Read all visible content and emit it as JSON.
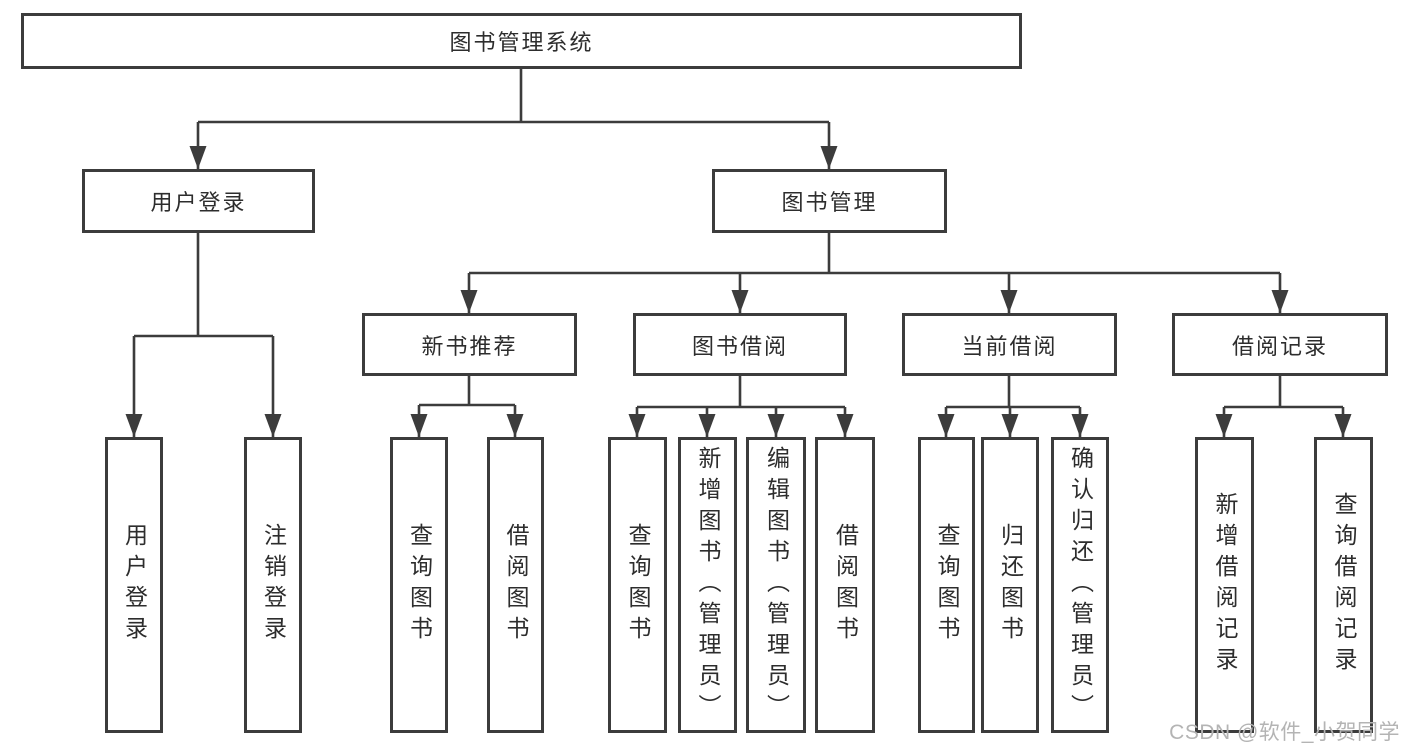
{
  "tree": {
    "label": "图书管理系统",
    "children": [
      {
        "label": "用户登录",
        "children": [
          {
            "label": "用户登录"
          },
          {
            "label": "注销登录"
          }
        ]
      },
      {
        "label": "图书管理",
        "children": [
          {
            "label": "新书推荐",
            "children": [
              {
                "label": "查询图书"
              },
              {
                "label": "借阅图书"
              }
            ]
          },
          {
            "label": "图书借阅",
            "children": [
              {
                "label": "查询图书"
              },
              {
                "label": "新增图书（管理员）"
              },
              {
                "label": "编辑图书（管理员）"
              },
              {
                "label": "借阅图书"
              }
            ]
          },
          {
            "label": "当前借阅",
            "children": [
              {
                "label": "查询图书"
              },
              {
                "label": "归还图书"
              },
              {
                "label": "确认归还（管理员）"
              }
            ]
          },
          {
            "label": "借阅记录",
            "children": [
              {
                "label": "新增借阅记录"
              },
              {
                "label": "查询借阅记录"
              }
            ]
          }
        ]
      }
    ]
  },
  "watermark": "CSDN @软件_小贺同学",
  "colors": {
    "line": "#3c3c3c",
    "text": "#2d2d2d",
    "watermark": "#b4b4b4",
    "background": "#ffffff"
  }
}
